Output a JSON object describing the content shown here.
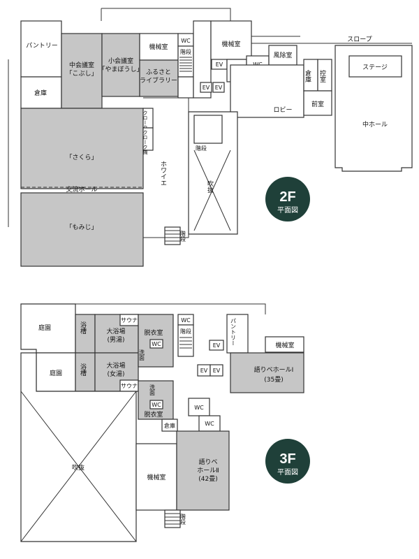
{
  "floor2": {
    "badge": {
      "level": "2F",
      "caption": "平面図"
    },
    "rooms": {
      "pantry": "パントリー",
      "storage": "倉庫",
      "mid_meeting_l1": "中会議室",
      "mid_meeting_l2": "「こぶし」",
      "small_meeting_l1": "小会議室",
      "small_meeting_l2": "「やまぼうし」",
      "machine": "機械室",
      "furusato_l1": "ふるさと",
      "furusato_l2": "ライブラリー",
      "stairs": "階段",
      "machine2": "機械室",
      "windbreak": "風除室",
      "slope": "スロープ",
      "stage": "ステージ",
      "storage2": "倉庫",
      "control": "控室",
      "lobby": "ロビー",
      "anteroom": "前室",
      "mid_hall": "中ホール",
      "cloak1": "クローク",
      "cloak2": "クローク機",
      "sakura": "「さくら」",
      "exchange_hall": "交流ホール",
      "momiji": "「もみじ」",
      "foyer": "ホワイエ",
      "stairs2": "階段",
      "void": "吹抜",
      "stairs3": "階段",
      "wc": "WC",
      "ev": "EV"
    }
  },
  "floor3": {
    "badge": {
      "level": "3F",
      "caption": "平面図"
    },
    "rooms": {
      "garden1": "庭園",
      "garden2": "庭園",
      "bath1": "浴槽",
      "bath2": "浴槽",
      "bath_m_l1": "大浴場",
      "bath_m_l2": "(男湯)",
      "bath_f_l1": "大浴場",
      "bath_f_l2": "(女湯)",
      "sauna1": "サウナ",
      "sauna2": "サウナ",
      "dressing1": "脱衣室",
      "dressing2": "脱衣室",
      "wash1": "洗面",
      "wash2": "洗面",
      "stairs": "階段",
      "pantry": "パントリー",
      "machine": "機械室",
      "kataribe1_l1": "語りベホールⅠ",
      "kataribe1_l2": "(35畳)",
      "storage": "倉庫",
      "void": "吹抜",
      "machine2": "機械室",
      "kataribe2_l1": "語りベ",
      "kataribe2_l2": "ホールⅡ",
      "kataribe2_l3": "(42畳)",
      "stairs2": "階段",
      "wc": "WC",
      "ev": "EV"
    }
  }
}
